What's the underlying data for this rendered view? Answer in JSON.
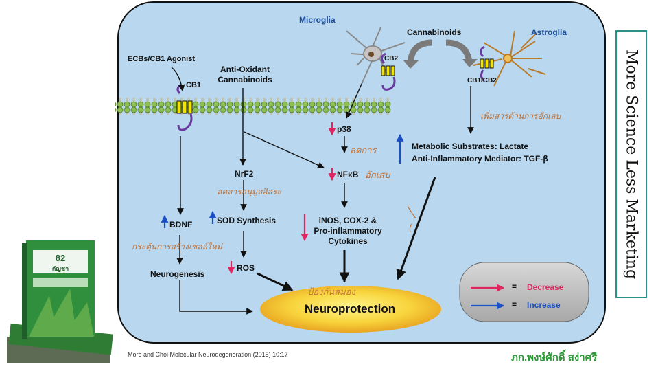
{
  "side_title": "More Science Less Marketing",
  "labels": {
    "microglia": "Microglia",
    "cannabinoids": "Cannabinoids",
    "astroglia": "Astroglia",
    "cb2": "CB2",
    "cb1cb2": "CB1/CB2",
    "ecbs_agonist": "ECBs/CB1 Agonist",
    "cb1": "CB1",
    "antioxidant_line1": "Anti-Oxidant",
    "antioxidant_line2": "Cannabinoids",
    "p38": "p38",
    "nfkb": "NFκB",
    "nrf2": "NrF2",
    "sod": "SOD Synthesis",
    "ros": "ROS",
    "bdnf": "BDNF",
    "neurogenesis": "Neurogenesis",
    "inos_line1": "iNOS, COX-2 &",
    "inos_line2": "Pro-inflammatory",
    "inos_line3": "Cytokines",
    "metabolic": "Metabolic Substrates: Lactate",
    "antiinflam": "Anti-Inflammatory Mediator: TGF-β",
    "neuroprotection": "Neuroprotection"
  },
  "handwritten": {
    "astro_note": "เพิ่มสารต้านการอักเสบ",
    "p38_note": "ลดการ",
    "nfkb_note": "อักเสบ",
    "nrf2_note": "ลดสารอนุมูลอิสระ",
    "bdnf_note": "กระตุ้นการสร้างเซลล์ใหม่",
    "neuro_note": "ป้องกันสมอง"
  },
  "legend": {
    "decrease": "Decrease",
    "increase": "Increase",
    "equals": "="
  },
  "book": {
    "number": "82",
    "title": "กัญชา"
  },
  "citation": "More and Choi Molecular Neurodegeneration (2015) 10:17",
  "author": "ภก.พงษ์ศักดิ์ สง่าศรี",
  "colors": {
    "panel_bg": "#b9d8ef",
    "decrease": "#e0245e",
    "increase": "#1b4fc4",
    "accent": "#2e8f8a"
  }
}
